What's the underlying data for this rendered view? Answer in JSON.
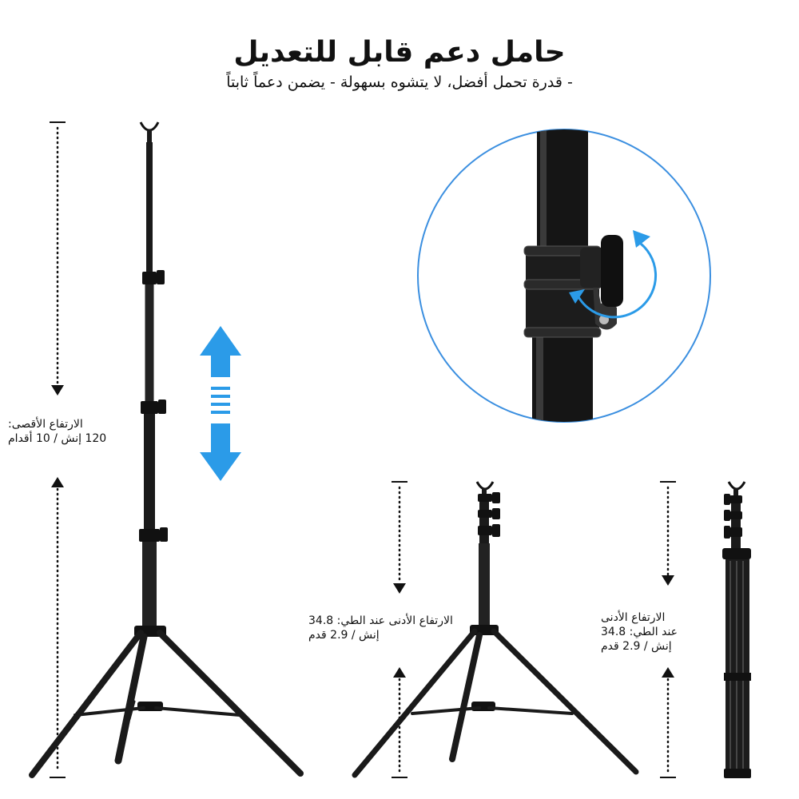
{
  "header": {
    "title": "حامل دعم قابل للتعديل",
    "subtitle": "- قدرة تحمل أفضل، لا يتشوه بسهولة - يضمن دعماً ثابتاً"
  },
  "labels": {
    "max_height": {
      "line1": "الارتفاع الأقصى:",
      "line2": "120 إنش / 10 أقدام"
    },
    "min_height_a": {
      "line1": "الارتفاع الأدنى عند الطي: 34.8",
      "line2": "إنش / 2.9 قدم"
    },
    "min_height_b": {
      "line1": "الارتفاع الأدنى",
      "line2": "عند الطي: 34.8",
      "line3": "إنش / 2.9 قدم"
    }
  },
  "colors": {
    "accent": "#2b9be8",
    "stand": "#1a1a1a",
    "circle_border": "#3b8fe0"
  },
  "icons": [
    "double-arrow-icon",
    "rotate-arrow-icon"
  ]
}
